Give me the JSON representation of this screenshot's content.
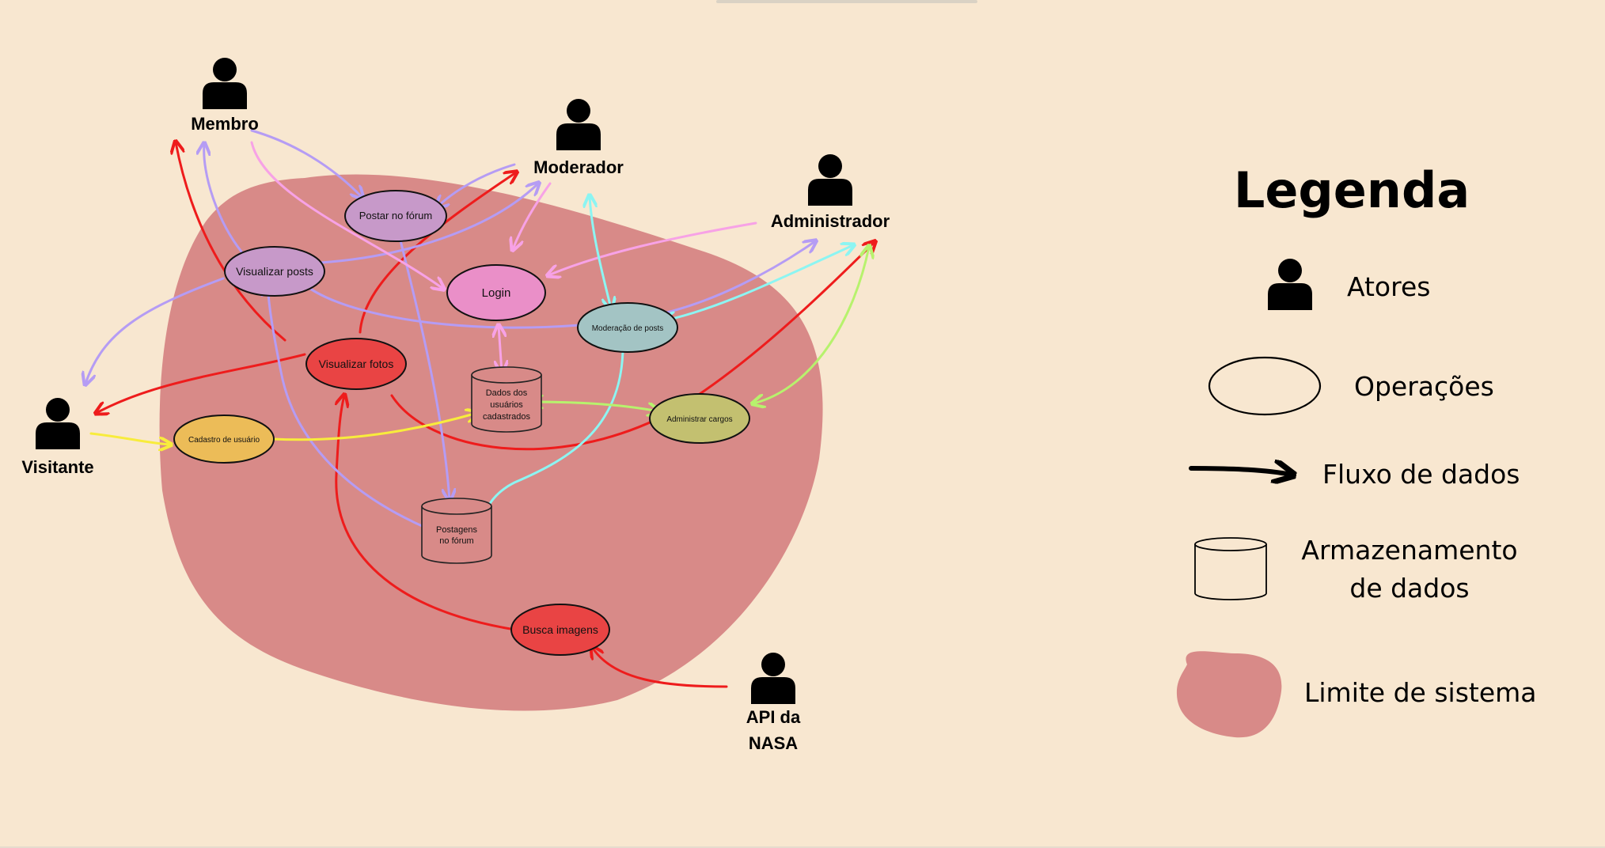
{
  "actors": {
    "membro": "Membro",
    "moderador": "Moderador",
    "administrador": "Administrador",
    "visitante": "Visitante",
    "api_line1": "API da",
    "api_line2": "NASA"
  },
  "operations": {
    "postar_forum": "Postar no fórum",
    "visualizar_posts": "Visualizar posts",
    "login": "Login",
    "moderacao_posts": "Moderação de posts",
    "visualizar_fotos": "Visualizar fotos",
    "administrar_cargos": "Administrar cargos",
    "cadastro_usuario": "Cadastro de usuário",
    "busca_imagens": "Busca imagens"
  },
  "stores": {
    "dados_line1": "Dados dos",
    "dados_line2": "usuários",
    "dados_line3": "cadastrados",
    "postagens_line1": "Postagens",
    "postagens_line2": "no fórum"
  },
  "legend": {
    "title": "Legenda",
    "atores": "Atores",
    "operacoes": "Operações",
    "fluxo": "Fluxo de dados",
    "armazenamento_line1": "Armazenamento",
    "armazenamento_line2": "de dados",
    "limite": "Limite de sistema"
  },
  "colors": {
    "background": "#f8e7d0",
    "system_boundary": "#d88a88",
    "flow_red": "#ee1c1c",
    "flow_purple": "#b59cf4",
    "flow_pink": "#f7a2e6",
    "flow_cyan": "#8cf5f2",
    "flow_green": "#b7f26d",
    "flow_yellow": "#f8ec3c"
  }
}
